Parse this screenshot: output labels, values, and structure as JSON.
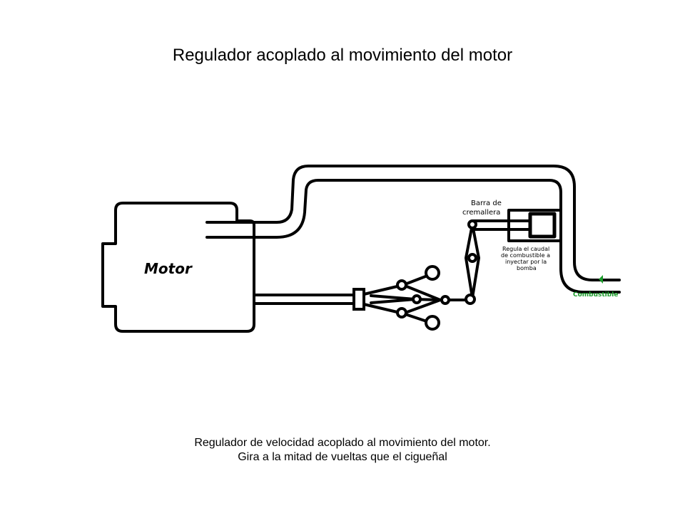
{
  "title": "Regulador acoplado al movimiento del motor",
  "diagram": {
    "motor_label": "Motor",
    "rack_label_line1": "Barra de",
    "rack_label_line2": "cremallera",
    "pump_note_lines": [
      "Regula el caudal",
      "de combustible a",
      "inyectar por la",
      "bomba"
    ],
    "fuel_label": "Combustible",
    "fuel_color": "#1a9a2a"
  },
  "caption": {
    "line1": "Regulador de velocidad acoplado al movimiento del motor.",
    "line2": "Gira a la mitad de vueltas que el cigueñal"
  }
}
